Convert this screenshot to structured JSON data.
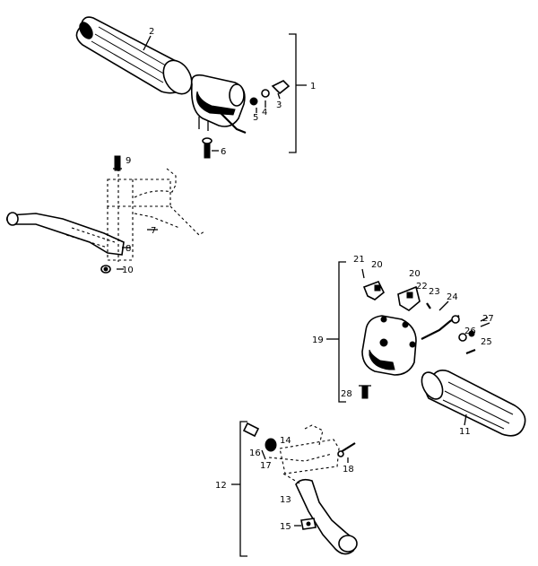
{
  "callouts": {
    "c1": "1",
    "c2": "2",
    "c3": "3",
    "c4": "4",
    "c5": "5",
    "c6": "6",
    "c7": "7",
    "c8": "8",
    "c9": "9",
    "c10": "10",
    "c11": "11",
    "c12": "12",
    "c13": "13",
    "c14": "14",
    "c15": "15",
    "c16": "16",
    "c17": "17",
    "c18": "18",
    "c19": "19",
    "c20a": "20",
    "c20b": "20",
    "c21": "21",
    "c22": "22",
    "c23": "23",
    "c24": "24",
    "c25": "25",
    "c26": "26",
    "c27": "27",
    "c28": "28"
  }
}
